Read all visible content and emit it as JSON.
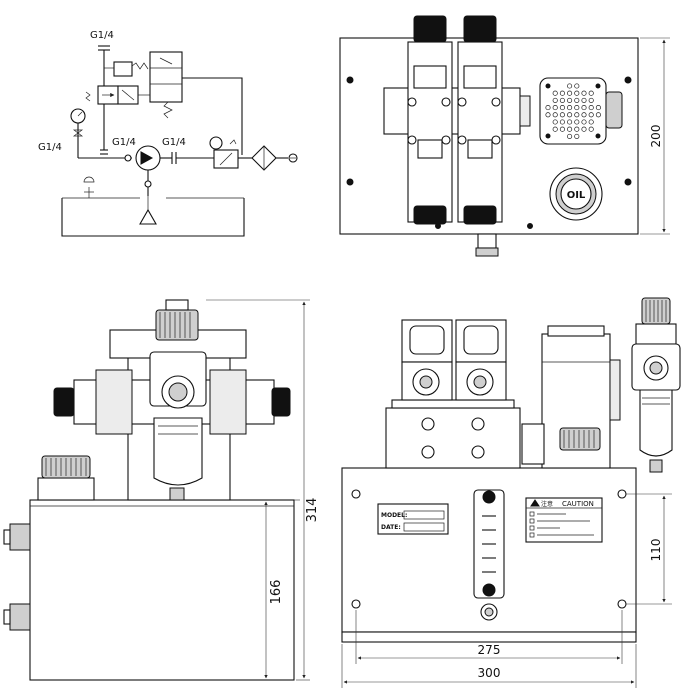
{
  "schematic": {
    "port_top": "G1/4",
    "port_gauge": "G1/4",
    "port_pump_in": "G1/4",
    "port_pump_out": "G1/4"
  },
  "top_view": {
    "height_dim": "200",
    "oil_cap": "OIL"
  },
  "side_view": {
    "overall_height_dim": "314",
    "tank_height_dim": "166"
  },
  "front_view": {
    "model_label": "MODEL:",
    "date_label": "DATE:",
    "caution_title": "CAUTION",
    "caution_prefix": "注意",
    "mount_height_dim": "110",
    "mount_width_dim": "275",
    "overall_width_dim": "300"
  }
}
